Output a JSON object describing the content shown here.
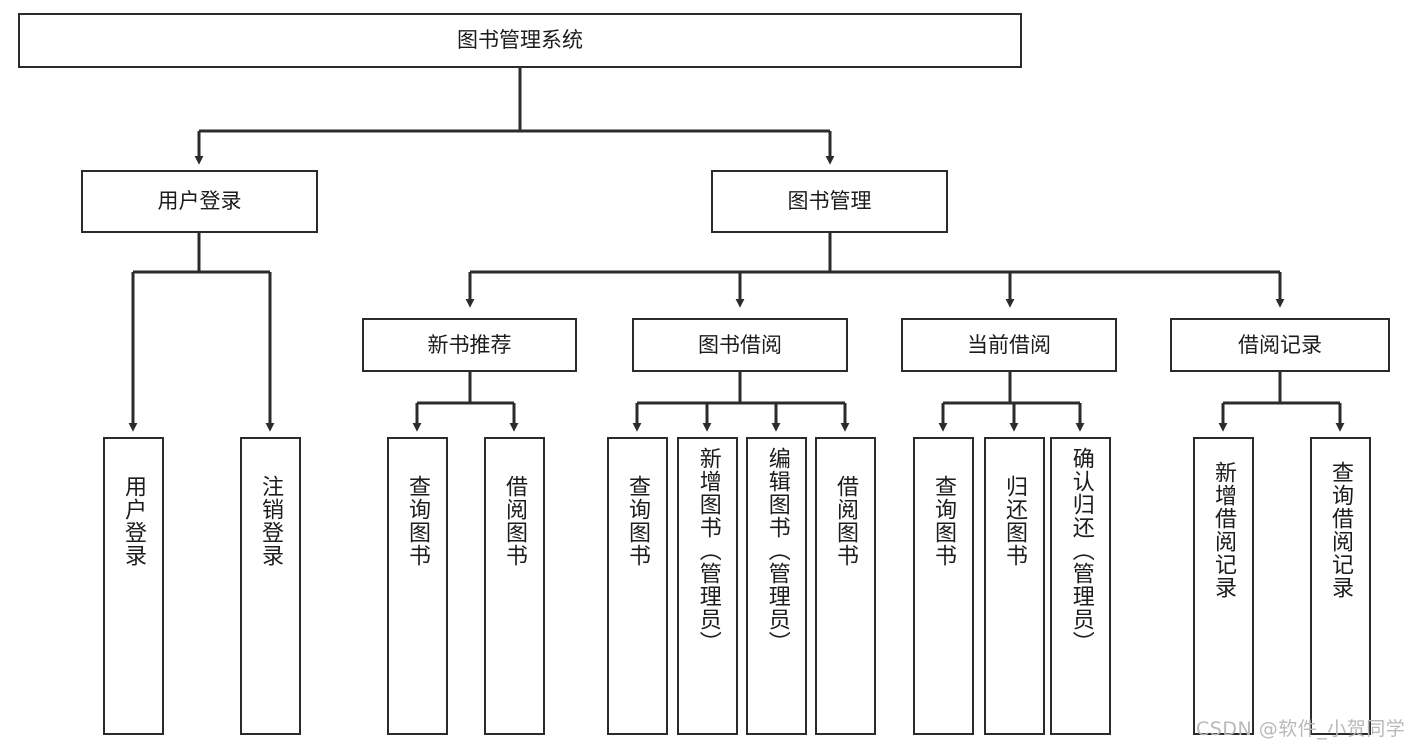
{
  "diagram": {
    "type": "tree",
    "title": "图书管理系统",
    "root": {
      "label": "图书管理系统"
    },
    "level2": [
      {
        "label": "用户登录"
      },
      {
        "label": "图书管理"
      }
    ],
    "level3": [
      {
        "label": "新书推荐"
      },
      {
        "label": "图书借阅"
      },
      {
        "label": "当前借阅"
      },
      {
        "label": "借阅记录"
      }
    ],
    "leaves": {
      "user_login": [
        {
          "label": "用户登录"
        },
        {
          "label": "注销登录"
        }
      ],
      "new_book_recommend": [
        {
          "label": "查询图书"
        },
        {
          "label": "借阅图书"
        }
      ],
      "book_borrow": [
        {
          "label": "查询图书"
        },
        {
          "label": "新增图书（管理员）"
        },
        {
          "label": "编辑图书（管理员）"
        },
        {
          "label": "借阅图书"
        }
      ],
      "current_borrow": [
        {
          "label": "查询图书"
        },
        {
          "label": "归还图书"
        },
        {
          "label": "确认归还（管理员）"
        }
      ],
      "borrow_records": [
        {
          "label": "新增借阅记录"
        },
        {
          "label": "查询借阅记录"
        }
      ]
    }
  },
  "watermark": {
    "text": "CSDN @软件_小贺同学"
  },
  "colors": {
    "stroke": "#2b2b2b",
    "background": "#ffffff",
    "text": "#1c1c1c",
    "watermark": "#b9b9b9"
  }
}
